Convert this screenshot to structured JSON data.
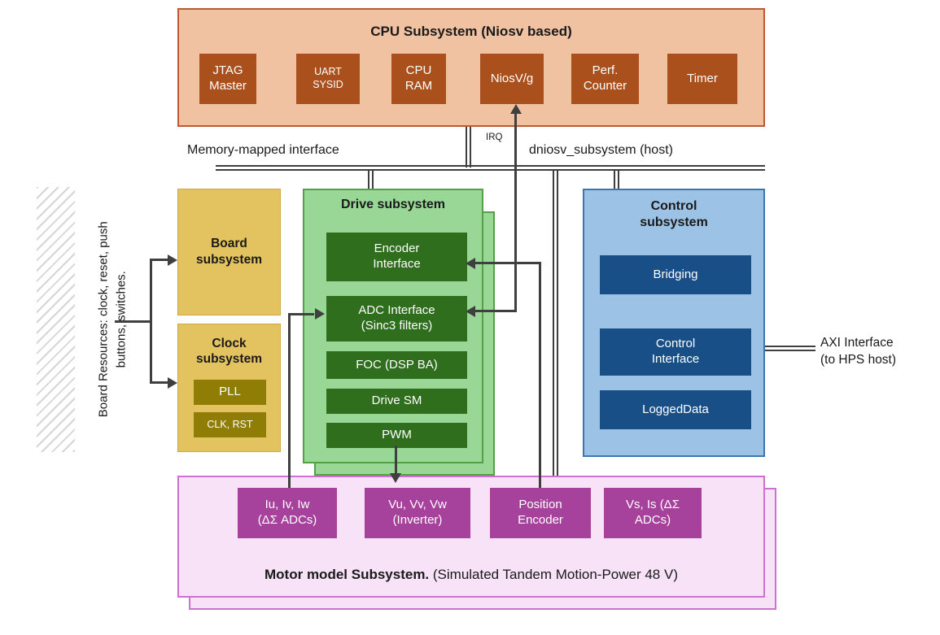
{
  "cpu": {
    "title": "CPU Subsystem (Niosv based)",
    "blocks": [
      {
        "label": "JTAG\nMaster"
      },
      {
        "label": "UART\nSYSID"
      },
      {
        "label": "CPU\nRAM"
      },
      {
        "label": "NiosV/g"
      },
      {
        "label": "Perf.\nCounter"
      },
      {
        "label": "Timer"
      }
    ],
    "irq_label": "IRQ"
  },
  "bus": {
    "left_label": "Memory-mapped interface",
    "right_label": "dniosv_subsystem (host)"
  },
  "board_resources": {
    "label": "Board Resources: clock, reset, push\nbuttons, switches."
  },
  "board": {
    "title": "Board\nsubsystem"
  },
  "clock": {
    "title": "Clock\nsubsystem",
    "blocks": [
      {
        "label": "PLL"
      },
      {
        "label": "CLK, RST"
      }
    ]
  },
  "drive": {
    "title": "Drive subsystem",
    "blocks": [
      {
        "label": "Encoder\nInterface"
      },
      {
        "label": "ADC Interface\n(Sinc3 filters)"
      },
      {
        "label": "FOC (DSP BA)"
      },
      {
        "label": "Drive SM"
      },
      {
        "label": "PWM"
      }
    ]
  },
  "control": {
    "title": "Control\nsubsystem",
    "blocks": [
      {
        "label": "Bridging"
      },
      {
        "label": "Control\nInterface"
      },
      {
        "label": "LoggedData"
      }
    ]
  },
  "axi": {
    "label": "AXI Interface\n(to HPS host)"
  },
  "motor": {
    "title_bold": "Motor model Subsystem.",
    "title_rest": " (Simulated Tandem Motion-Power 48 V)",
    "blocks": [
      {
        "label": "Iu, Iv, Iw\n(ΔΣ ADCs)"
      },
      {
        "label": "Vu, Vv, Vw\n(Inverter)"
      },
      {
        "label": "Position\nEncoder"
      },
      {
        "label": "Vs, Is (ΔΣ\nADCs)"
      }
    ]
  },
  "colors": {
    "line": "#3f3f3f",
    "cpu_fill": "#f1c2a2",
    "cpu_border": "#bb5b35",
    "cpu_block": "#a9501d",
    "gold_fill": "#e3c35f",
    "gold_border": "#cfa845",
    "gold_block": "#8f7d05",
    "green_fill": "#98d795",
    "green_border": "#54a047",
    "green_block": "#2e6e1d",
    "blue_fill": "#9cc2e5",
    "blue_border": "#3f76ab",
    "blue_block": "#194f87",
    "pink_fill": "#f7e2f7",
    "pink_border": "#cf6fcf",
    "pink_block": "#a6419c"
  }
}
